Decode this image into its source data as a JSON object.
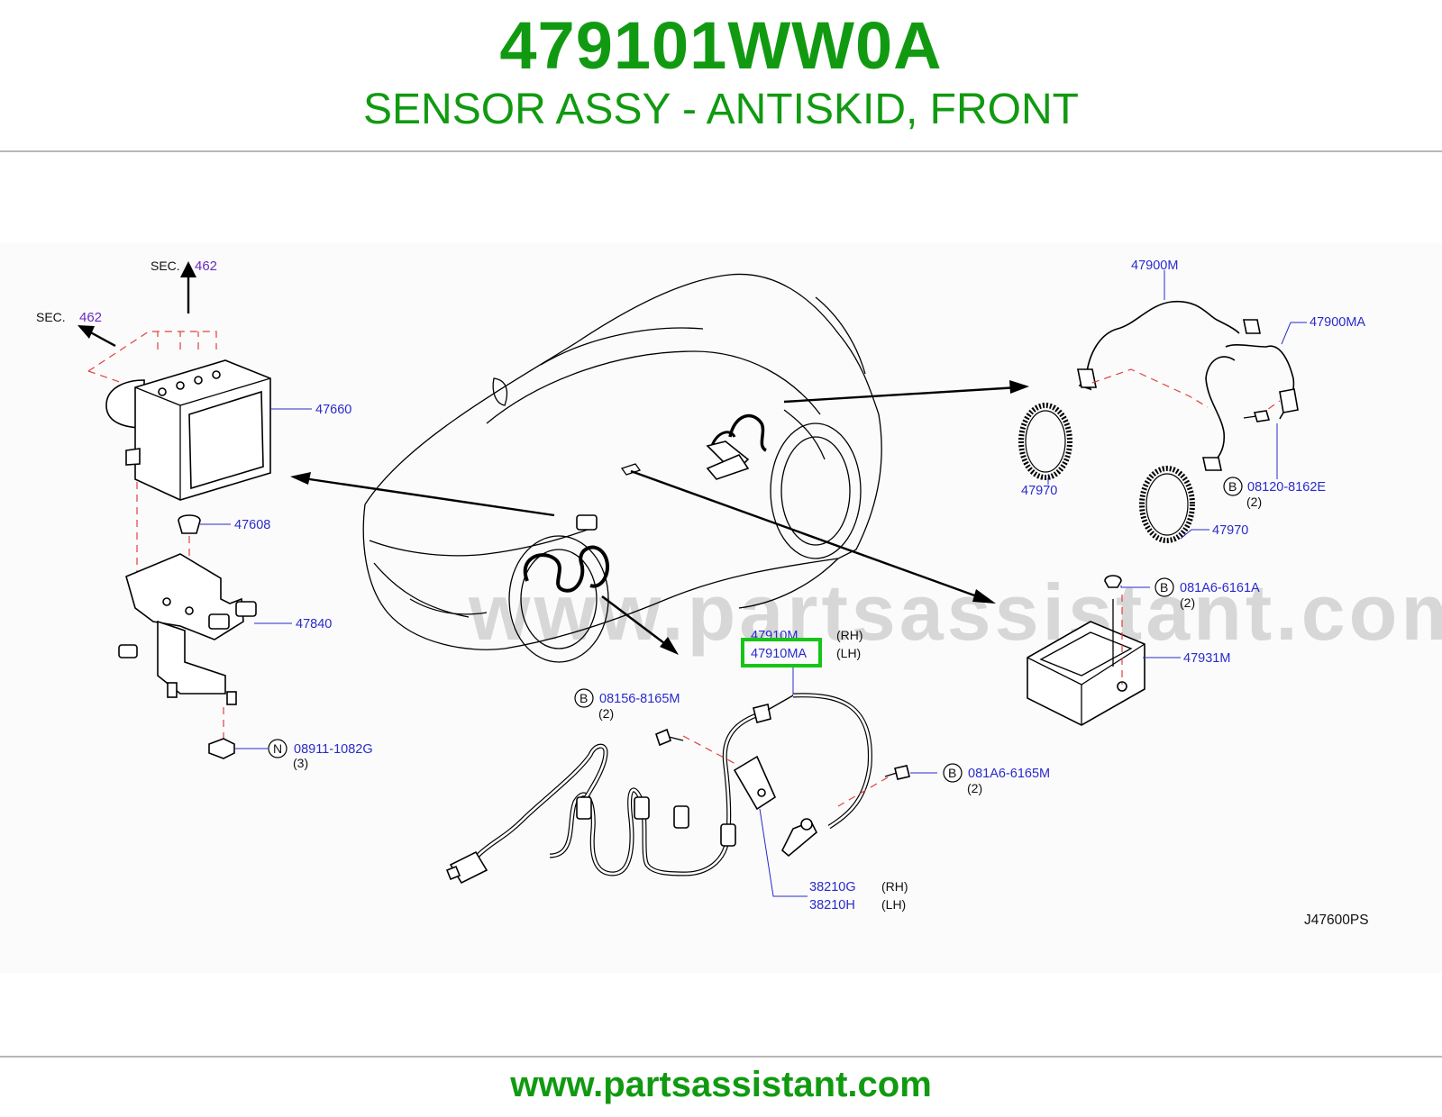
{
  "header": {
    "part_number": "479101WW0A",
    "description": "SENSOR ASSY - ANTISKID, FRONT"
  },
  "diagram": {
    "watermark": "www.partsassistant.com",
    "sec_labels": [
      {
        "prefix": "SEC.",
        "number": "462"
      },
      {
        "prefix": "SEC.",
        "number": "462"
      }
    ],
    "parts": {
      "p47660": "47660",
      "p47608": "47608",
      "p47840": "47840",
      "p08911": "08911-1082G",
      "p08911_qty": "(3)",
      "p08911_key": "N",
      "p47900M": "47900M",
      "p47900MA": "47900MA",
      "p47970_a": "47970",
      "p47970_b": "47970",
      "p08120": "08120-8162E",
      "p08120_qty": "(2)",
      "p08120_key": "B",
      "p081A6_6161A": "081A6-6161A",
      "p081A6_6161A_qty": "(2)",
      "p081A6_6161A_key": "B",
      "p47931M": "47931M",
      "p47910M": "47910M",
      "p47910M_side": "(RH)",
      "p47910MA": "47910MA",
      "p47910MA_side": "(LH)",
      "p08156": "08156-8165M",
      "p08156_qty": "(2)",
      "p08156_key": "B",
      "p081A6_6165M": "081A6-6165M",
      "p081A6_6165M_qty": "(2)",
      "p081A6_6165M_key": "B",
      "p38210G": "38210G",
      "p38210G_side": "(RH)",
      "p38210H": "38210H",
      "p38210H_side": "(LH)"
    },
    "diagram_code": "J47600PS",
    "highlight_color": "#17c417"
  },
  "footer": {
    "url": "www.partsassistant.com"
  }
}
